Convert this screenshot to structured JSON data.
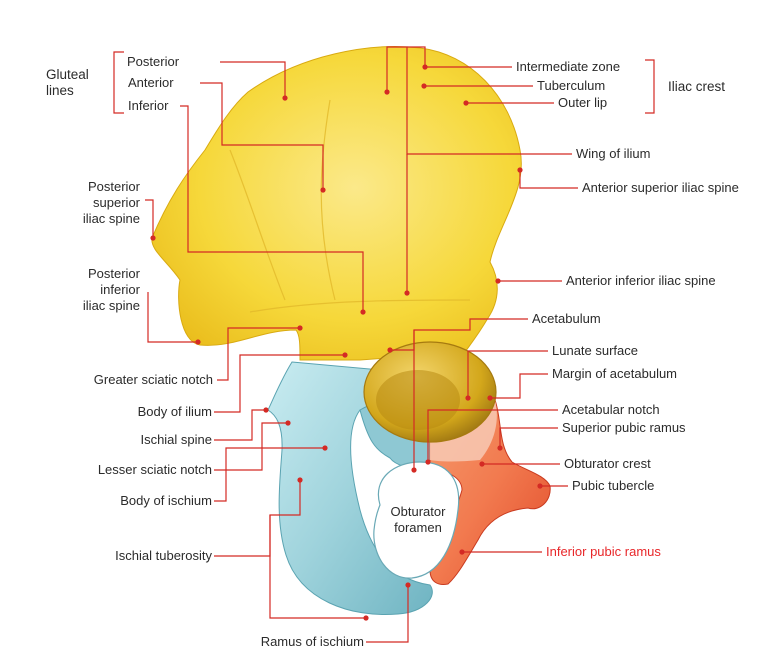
{
  "colors": {
    "ilium": "#f6d83a",
    "ischium": "#9fd3dc",
    "pubis": "#f27a4f",
    "leader": "#d42a24",
    "text": "#2b2b2b",
    "highlight": "#e8272a"
  },
  "groups": {
    "gluteal_lines": "Gluteal\nlines",
    "iliac_crest": "Iliac crest"
  },
  "labels": {
    "posterior": "Posterior",
    "anterior": "Anterior",
    "inferior": "Inferior",
    "psis": "Posterior\nsuperior\niliac spine",
    "piis": "Posterior\ninferior\niliac spine",
    "greater_sciatic_notch": "Greater sciatic notch",
    "body_of_ilium": "Body of ilium",
    "ischial_spine": "Ischial spine",
    "lesser_sciatic_notch": "Lesser sciatic notch",
    "body_of_ischium": "Body of ischium",
    "ischial_tuberosity": "Ischial tuberosity",
    "ramus_of_ischium": "Ramus of ischium",
    "intermediate_zone": "Intermediate zone",
    "tuberculum": "Tuberculum",
    "outer_lip": "Outer lip",
    "wing_of_ilium": "Wing of ilium",
    "asis": "Anterior superior iliac spine",
    "aiis": "Anterior inferior iliac spine",
    "acetabulum": "Acetabulum",
    "lunate_surface": "Lunate surface",
    "margin_of_acetabulum": "Margin of acetabulum",
    "acetabular_notch": "Acetabular notch",
    "superior_pubic_ramus": "Superior pubic ramus",
    "obturator_crest": "Obturator crest",
    "pubic_tubercle": "Pubic tubercle",
    "inferior_pubic_ramus": "Inferior pubic ramus",
    "obturator_foramen": "Obturator\nforamen"
  }
}
